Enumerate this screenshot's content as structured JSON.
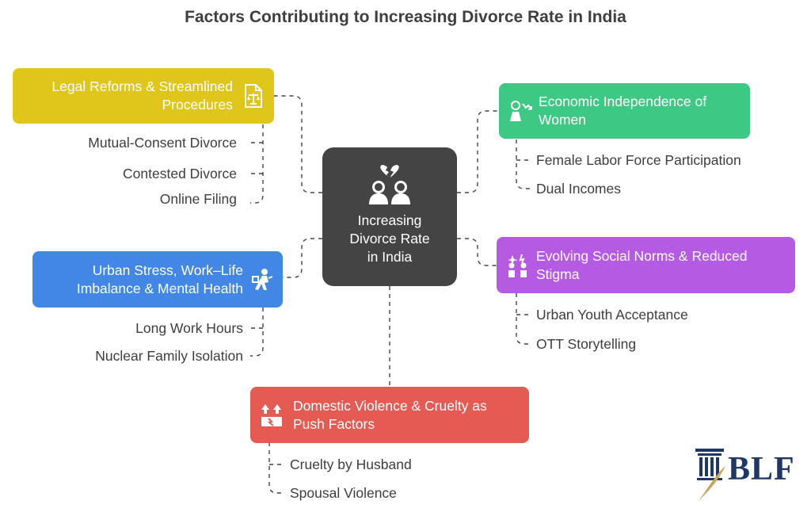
{
  "title": "Factors Contributing to Increasing Divorce Rate in India",
  "center": {
    "label": "Increasing\nDivorce Rate\nin India",
    "icon": "broken-heart-couple-icon"
  },
  "colors": {
    "legal": "#e0c51a",
    "economic": "#3dc983",
    "urban": "#4286e6",
    "social": "#b55be3",
    "domestic": "#e55a52",
    "center": "#444444",
    "logo": "#1e3766"
  },
  "branches": {
    "legal": {
      "label": "Legal Reforms & Streamlined\nProcedures",
      "icon": "legal-document-scales-icon",
      "items": [
        "Mutual-Consent Divorce",
        "Contested Divorce",
        "Online Filing"
      ]
    },
    "economic": {
      "label": "Economic Independence of\nWomen",
      "icon": "woman-chart-down-icon",
      "items": [
        "Female Labor Force Participation",
        "Dual Incomes"
      ]
    },
    "urban": {
      "label": "Urban Stress, Work–Life\nImbalance & Mental Health",
      "icon": "stressed-walker-icon",
      "items": [
        "Long Work Hours",
        "Nuclear Family Isolation"
      ]
    },
    "social": {
      "label": "Evolving Social Norms & Reduced\nStigma",
      "icon": "two-people-spark-icon",
      "items": [
        "Urban Youth Acceptance",
        "OTT Storytelling"
      ]
    },
    "domestic": {
      "label": "Domestic Violence & Cruelty as\nPush Factors",
      "icon": "push-arrows-icon",
      "items": [
        "Cruelty by Husband",
        "Spousal Violence"
      ]
    }
  },
  "logo": {
    "text": "BLF"
  }
}
